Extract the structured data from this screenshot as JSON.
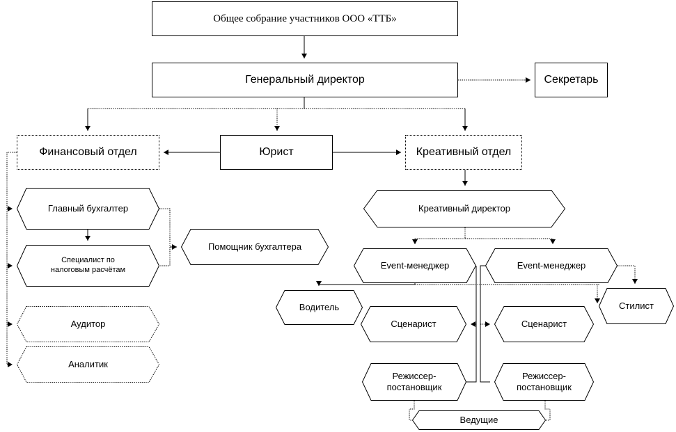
{
  "nodes": {
    "general_meeting": "Общее собрание участников ООО «ТТБ»",
    "general_director": "Генеральный директор",
    "secretary": "Секретарь",
    "finance_dept": "Финансовый отдел",
    "lawyer": "Юрист",
    "creative_dept": "Креативный отдел",
    "chief_accountant": "Главный бухгалтер",
    "tax_specialist": "Специалист по налоговым расчётам",
    "assistant_accountant": "Помощник бухгалтера",
    "auditor": "Аудитор",
    "analyst": "Аналитик",
    "creative_director": "Креативный директор",
    "event_manager_1": "Event-менеджер",
    "event_manager_2": "Event-менеджер",
    "driver": "Водитель",
    "stylist": "Стилист",
    "screenwriter_1": "Сценарист",
    "screenwriter_2": "Сценарист",
    "director_1": "Режиссер-постановщик",
    "director_2": "Режиссер-постановщик",
    "hosts": "Ведущие"
  }
}
